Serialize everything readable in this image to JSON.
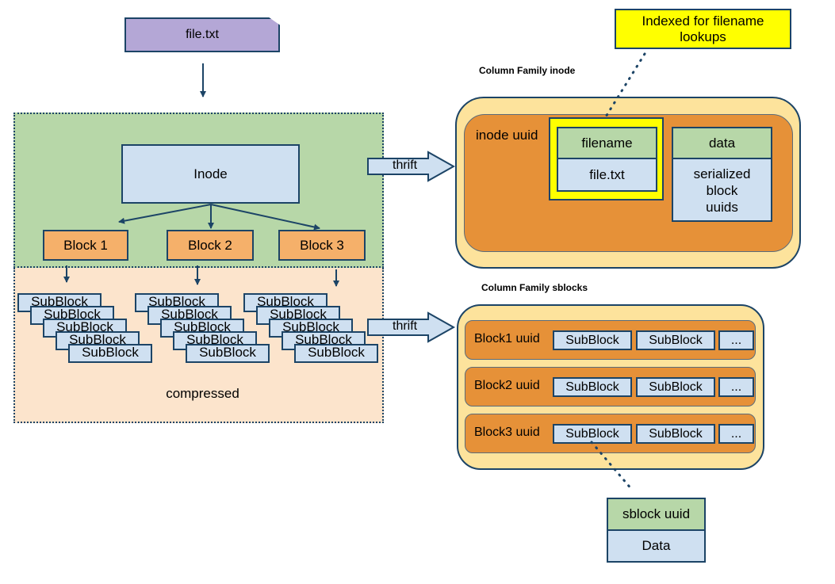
{
  "file_node": {
    "label": "file.txt"
  },
  "hierarchy": {
    "inode_label": "Inode",
    "blocks": [
      "Block 1",
      "Block 2",
      "Block 3"
    ]
  },
  "compressed": {
    "subblock_label": "SubBlock",
    "caption": "compressed"
  },
  "thrift": {
    "label_top": "thrift",
    "label_bottom": "thrift"
  },
  "cf_inode": {
    "title": "Column Family inode",
    "row_key": "inode uuid",
    "filename_header": "filename",
    "filename_value": "file.txt",
    "data_header": "data",
    "data_value_lines": [
      "serialized",
      "block",
      "uuids"
    ]
  },
  "note": {
    "line1": "Indexed for filename",
    "line2": "lookups"
  },
  "cf_sblocks": {
    "title": "Column Family sblocks",
    "rows": [
      {
        "key": "Block1 uuid",
        "cells": [
          "SubBlock",
          "SubBlock",
          "..."
        ]
      },
      {
        "key": "Block2 uuid",
        "cells": [
          "SubBlock",
          "SubBlock",
          "..."
        ]
      },
      {
        "key": "Block3 uuid",
        "cells": [
          "SubBlock",
          "SubBlock",
          "..."
        ]
      }
    ]
  },
  "sblock_detail": {
    "header": "sblock uuid",
    "value": "Data"
  },
  "colors": {
    "green_region": "#b7d7a8",
    "peach_region": "#fce4cc",
    "light_blue": "#cfe0f1",
    "orange_block": "#f5b06a",
    "cf_outer": "#fde39c",
    "cf_inner": "#e69138",
    "highlight_yellow": "#ffff00",
    "file_purple": "#b4a7d6",
    "outline": "#1c4466"
  }
}
